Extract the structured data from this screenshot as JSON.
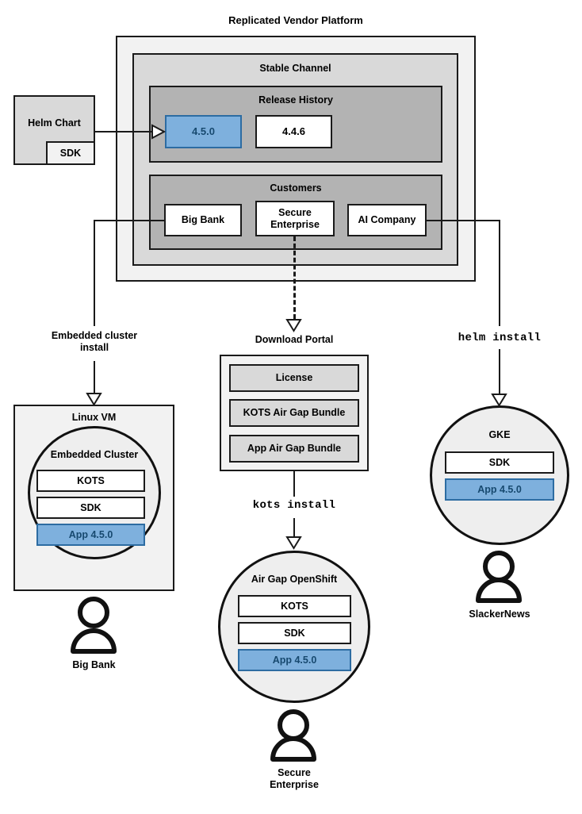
{
  "diagram": {
    "title": "Replicated Vendor Platform",
    "platform": {
      "stable_channel": {
        "label": "Stable Channel",
        "release_history": {
          "label": "Release History",
          "releases": [
            {
              "version": "4.5.0",
              "state": "active"
            },
            {
              "version": "4.4.6",
              "state": "previous"
            }
          ]
        },
        "customers": {
          "label": "Customers",
          "items": [
            {
              "name": "Big Bank"
            },
            {
              "name": "Secure\nEnterprise",
              "line1": "Secure",
              "line2": "Enterprise"
            },
            {
              "name": "AI Company"
            }
          ]
        }
      }
    },
    "helm_chart": {
      "label": "Helm Chart",
      "sdk_label": "SDK"
    },
    "flows": [
      {
        "label": "Embedded cluster\ninstall",
        "line1": "Embedded cluster",
        "line2": "install",
        "mono": false
      },
      {
        "label": "kots install",
        "mono": true
      },
      {
        "label": "helm install",
        "mono": true
      }
    ],
    "download_portal": {
      "label": "Download Portal",
      "artifacts": [
        "License",
        "KOTS Air Gap Bundle",
        "App Air Gap Bundle"
      ]
    },
    "targets": {
      "linux_vm": {
        "label": "Linux VM",
        "cluster_label": "Embedded Cluster",
        "components": [
          {
            "label": "KOTS",
            "highlight": false
          },
          {
            "label": "SDK",
            "highlight": false
          },
          {
            "label": "App 4.5.0",
            "highlight": true
          }
        ],
        "customer": "Big Bank"
      },
      "airgap_openshift": {
        "label": "Air Gap OpenShift",
        "components": [
          {
            "label": "KOTS",
            "highlight": false
          },
          {
            "label": "SDK",
            "highlight": false
          },
          {
            "label": "App 4.5.0",
            "highlight": true
          }
        ],
        "customer_line1": "Secure",
        "customer_line2": "Enterprise"
      },
      "gke": {
        "label": "GKE",
        "components": [
          {
            "label": "SDK",
            "highlight": false
          },
          {
            "label": "App 4.5.0",
            "highlight": true
          }
        ],
        "customer": "SlackerNews"
      }
    },
    "colors": {
      "accent_blue_fill": "#7eb0dd",
      "accent_blue_border": "#2d6ca2",
      "accent_blue_text": "#17496f",
      "stroke": "#1a1a1a",
      "level1_fill": "#f2f2f2",
      "level2_fill": "#d9d9d9",
      "level3_fill": "#b3b3b3",
      "white_fill": "#ffffff"
    }
  }
}
